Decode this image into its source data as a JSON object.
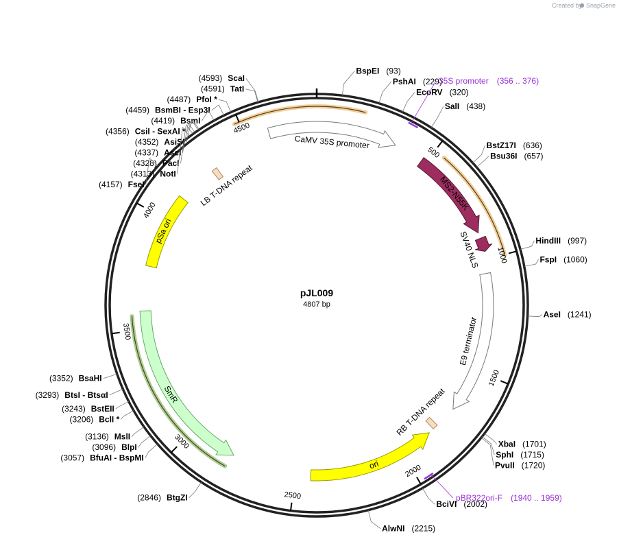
{
  "plasmid": {
    "name": "pJL009",
    "length_label": "4807 bp",
    "length": 4807
  },
  "credit": {
    "prefix": "Created by",
    "brand": "SnapGene"
  },
  "ticks": [
    {
      "pos": 500,
      "label": "500"
    },
    {
      "pos": 1000,
      "label": "1000"
    },
    {
      "pos": 1500,
      "label": "1500"
    },
    {
      "pos": 2000,
      "label": "2000"
    },
    {
      "pos": 2500,
      "label": "2500"
    },
    {
      "pos": 3000,
      "label": "3000"
    },
    {
      "pos": 3500,
      "label": "3500"
    },
    {
      "pos": 4000,
      "label": "4000"
    },
    {
      "pos": 4500,
      "label": "4500"
    }
  ],
  "sites": [
    {
      "name": "BspEI",
      "pos_label": "(93)",
      "pos": 93,
      "side": "right"
    },
    {
      "name": "PshAI",
      "pos_label": "(229)",
      "pos": 229,
      "side": "right"
    },
    {
      "name": "EcoRV",
      "pos_label": "(320)",
      "pos": 320,
      "side": "right"
    },
    {
      "name": "SalI",
      "pos_label": "(438)",
      "pos": 438,
      "side": "right"
    },
    {
      "name": "BstZ17I",
      "pos_label": "(636)",
      "pos": 636,
      "side": "right"
    },
    {
      "name": "Bsu36I",
      "pos_label": "(657)",
      "pos": 657,
      "side": "right"
    },
    {
      "name": "HindIII",
      "pos_label": "(997)",
      "pos": 997,
      "side": "right"
    },
    {
      "name": "FspI",
      "pos_label": "(1060)",
      "pos": 1060,
      "side": "right"
    },
    {
      "name": "AseI",
      "pos_label": "(1241)",
      "pos": 1241,
      "side": "right"
    },
    {
      "name": "XbaI",
      "pos_label": "(1701)",
      "pos": 1701,
      "side": "right"
    },
    {
      "name": "SphI",
      "pos_label": "(1715)",
      "pos": 1715,
      "side": "right"
    },
    {
      "name": "PvuII",
      "pos_label": "(1720)",
      "pos": 1720,
      "side": "right"
    },
    {
      "name": "BciVI",
      "pos_label": "(2002)",
      "pos": 2002,
      "side": "right"
    },
    {
      "name": "AlwNI",
      "pos_label": "(2215)",
      "pos": 2215,
      "side": "right"
    },
    {
      "name": "BtgZI",
      "pos_label": "(2846)",
      "pos": 2846,
      "side": "left"
    },
    {
      "name": "BfuAI - BspMI",
      "pos_label": "(3057)",
      "pos": 3057,
      "side": "left"
    },
    {
      "name": "BlpI",
      "pos_label": "(3096)",
      "pos": 3096,
      "side": "left"
    },
    {
      "name": "MslI",
      "pos_label": "(3136)",
      "pos": 3136,
      "side": "left"
    },
    {
      "name": "BclI *",
      "pos_label": "(3206)",
      "pos": 3206,
      "side": "left"
    },
    {
      "name": "BstEII",
      "pos_label": "(3243)",
      "pos": 3243,
      "side": "left"
    },
    {
      "name": "BtsI - BtsαI",
      "pos_label": "(3293)",
      "pos": 3293,
      "side": "left"
    },
    {
      "name": "BsaHI",
      "pos_label": "(3352)",
      "pos": 3352,
      "side": "left"
    },
    {
      "name": "FseI",
      "pos_label": "(4157)",
      "pos": 4157,
      "side": "left"
    },
    {
      "name": "NotI",
      "pos_label": "(4313)",
      "pos": 4313,
      "side": "left"
    },
    {
      "name": "PacI",
      "pos_label": "(4328)",
      "pos": 4328,
      "side": "left"
    },
    {
      "name": "AscI",
      "pos_label": "(4337)",
      "pos": 4337,
      "side": "left"
    },
    {
      "name": "AsiSI",
      "pos_label": "(4352)",
      "pos": 4352,
      "side": "left"
    },
    {
      "name": "CsiI - SexAI *",
      "pos_label": "(4356)",
      "pos": 4356,
      "side": "left"
    },
    {
      "name": "BsmI",
      "pos_label": "(4419)",
      "pos": 4419,
      "side": "left"
    },
    {
      "name": "BsmBI - Esp3I",
      "pos_label": "(4459)",
      "pos": 4459,
      "side": "left"
    },
    {
      "name": "PfoI *",
      "pos_label": "(4487)",
      "pos": 4487,
      "side": "left"
    },
    {
      "name": "TatI",
      "pos_label": "(4591)",
      "pos": 4591,
      "side": "left"
    },
    {
      "name": "ScaI",
      "pos_label": "(4593)",
      "pos": 4593,
      "side": "left"
    }
  ],
  "primers": [
    {
      "name": "35S promoter",
      "range_label": "(356 .. 376)",
      "start": 356,
      "end": 376
    },
    {
      "name": "pBR322ori-F",
      "range_label": "(1940 .. 1959)",
      "start": 1940,
      "end": 1959
    }
  ],
  "features": [
    {
      "name": "CaMV 35S promoter",
      "start": 4600,
      "end": 350,
      "direction": 1,
      "color": "#ffffff",
      "stroke": "#777777",
      "label_color": "#000000"
    },
    {
      "name": "MS2-N55K",
      "start": 480,
      "end": 880,
      "direction": 1,
      "color": "#9c2d5e",
      "stroke": "#5a1a36",
      "label_color": "#ffffff"
    },
    {
      "name": "SV40 NLS",
      "start": 905,
      "end": 965,
      "direction": 1,
      "color": "#9c2d5e",
      "stroke": "#5a1a36",
      "label_color": "#000000"
    },
    {
      "name": "E9 terminator",
      "start": 1060,
      "end": 1700,
      "direction": 1,
      "color": "#ffffff",
      "stroke": "#777777",
      "label_color": "#000000"
    },
    {
      "name": "RB T-DNA repeat",
      "start": 1800,
      "end": 1825,
      "direction": 0,
      "color": "#f8dcc0",
      "stroke": "#b08860",
      "label_color": "#000000"
    },
    {
      "name": "ori",
      "start": 1850,
      "end": 2430,
      "direction": -1,
      "color": "#ffff00",
      "stroke": "#999900",
      "label_color": "#000000"
    },
    {
      "name": "SmR",
      "start": 2790,
      "end": 3580,
      "direction": -1,
      "color": "#ccffcc",
      "stroke": "#66aa66",
      "label_color": "#000000"
    },
    {
      "name": "pSa ori",
      "start": 3780,
      "end": 4120,
      "direction": 0,
      "color": "#ffff00",
      "stroke": "#999900",
      "label_color": "#000000"
    },
    {
      "name": "LB T-DNA repeat",
      "start": 4300,
      "end": 4325,
      "direction": 0,
      "color": "#f8dcc0",
      "stroke": "#b08860",
      "label_color": "#000000"
    }
  ],
  "highlights": [
    {
      "feature": "MS2-N55K",
      "start": 545,
      "end": 1005,
      "color": "#e2a74a"
    },
    {
      "feature": "CaMV 35S promoter",
      "start": 4480,
      "end": 190,
      "color": "#e2a74a"
    },
    {
      "feature": "SmR",
      "start": 2800,
      "end": 3560,
      "color": "#5ea73c"
    }
  ]
}
